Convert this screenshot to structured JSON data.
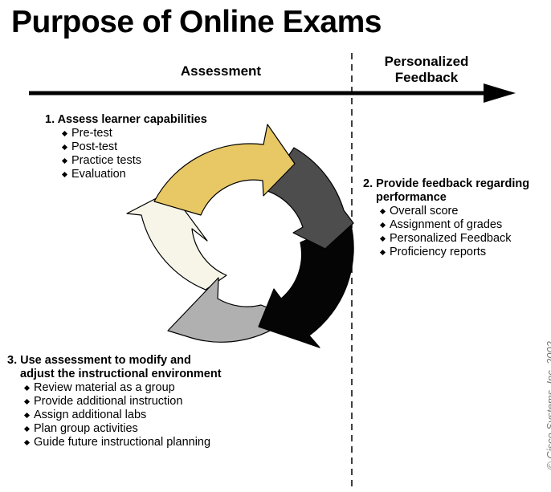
{
  "title": "Purpose of Online Exams",
  "headers": {
    "assessment": "Assessment",
    "feedback_line1": "Personalized",
    "feedback_line2": "Feedback"
  },
  "step1": {
    "heading": "1. Assess learner capabilities",
    "items": [
      "Pre-test",
      "Post-test",
      "Practice tests",
      "Evaluation"
    ]
  },
  "step2": {
    "heading_line1": "2. Provide feedback regarding",
    "heading_line2": "performance",
    "items": [
      "Overall score",
      "Assignment of grades",
      "Personalized Feedback",
      "Proficiency reports"
    ]
  },
  "step3": {
    "heading_line1": "3. Use assessment to modify and",
    "heading_line2": "adjust the instructional environment",
    "items": [
      "Review material as a group",
      "Provide additional instruction",
      "Assign additional labs",
      "Plan group activities",
      "Guide future instructional planning"
    ]
  },
  "copyright": "© Cisco Systems, Inc. 2002",
  "cycle_colors": {
    "top": "#e8c865",
    "right_upper": "#4d4d4d",
    "right_lower": "#050505",
    "bottom": "#b0b0b0",
    "left": "#f7f5e8"
  }
}
